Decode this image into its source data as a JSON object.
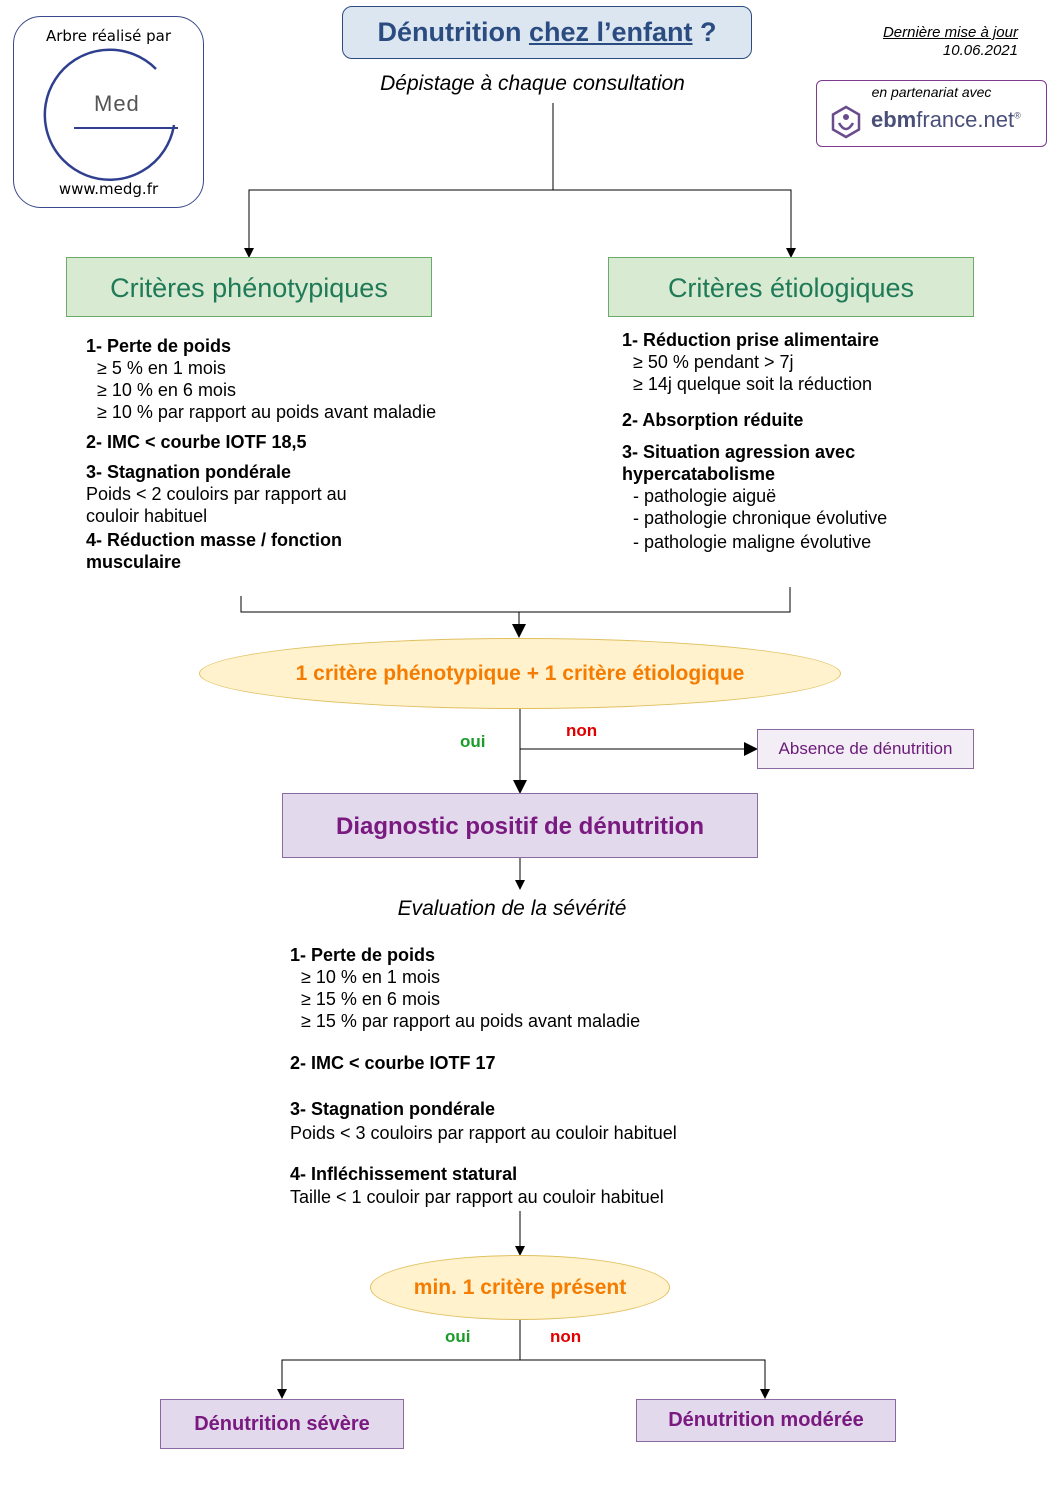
{
  "logo": {
    "top_text": "Arbre réalisé par",
    "mark_text": "Med",
    "url": "www.medg.fr"
  },
  "title": {
    "part1": "Dénutrition ",
    "part2": "chez l’enfant",
    "part3": " ?"
  },
  "update": {
    "label": "Dernière mise à jour",
    "date": "10.06.2021"
  },
  "partner": {
    "label": "en partenariat avec",
    "name_bold": "ebm",
    "name_rest": "france.net",
    "reg_mark": "®"
  },
  "screening": "Dépistage à chaque consultation",
  "phenotypic": {
    "title": "Critères phénotypiques",
    "c1_title": "1- Perte de poids",
    "c1_items": [
      "≥ 5 % en 1 mois",
      "≥ 10 % en 6 mois",
      "≥ 10 % par rapport au poids avant maladie"
    ],
    "c2_title": "2- IMC < courbe IOTF 18,5",
    "c3_title": "3- Stagnation pondérale",
    "c3_line1": "Poids < 2 couloirs par rapport au",
    "c3_line2": "couloir habituel",
    "c4_line1": "4- Réduction masse / fonction",
    "c4_line2": "musculaire"
  },
  "etiologic": {
    "title": "Critères étiologiques",
    "c1_title": "1- Réduction prise alimentaire",
    "c1_items": [
      "≥ 50 % pendant > 7j",
      "≥ 14j quelque soit la réduction"
    ],
    "c2_title": "2- Absorption réduite",
    "c3_line1": "3- Situation agression avec",
    "c3_line2": "hypercatabolisme",
    "c3_items": [
      "- pathologie aiguë",
      "- pathologie chronique évolutive",
      "- pathologie maligne évolutive"
    ]
  },
  "decision1": {
    "text": "1 critère phénotypique + 1 critère étiologique",
    "yes": "oui",
    "no": "non",
    "no_result": "Absence de dénutrition"
  },
  "diagnosis": "Diagnostic positif de dénutrition",
  "severity": {
    "title": "Evaluation de la sévérité",
    "c1_title": "1- Perte de poids",
    "c1_items": [
      "≥ 10 % en 1 mois",
      "≥ 15 % en 6 mois",
      "≥ 15 % par rapport au poids avant maladie"
    ],
    "c2_title": "2- IMC < courbe IOTF 17",
    "c3_title": "3- Stagnation pondérale",
    "c3_line": "Poids < 3 couloirs par rapport au couloir habituel",
    "c4_title": "4- Infléchissement statural",
    "c4_line": "Taille < 1 couloir par rapport au couloir habituel"
  },
  "decision2": {
    "text": "min. 1 critère présent",
    "yes": "oui",
    "no": "non"
  },
  "results": {
    "severe": "Dénutrition sévère",
    "moderate": "Dénutrition modérée"
  }
}
